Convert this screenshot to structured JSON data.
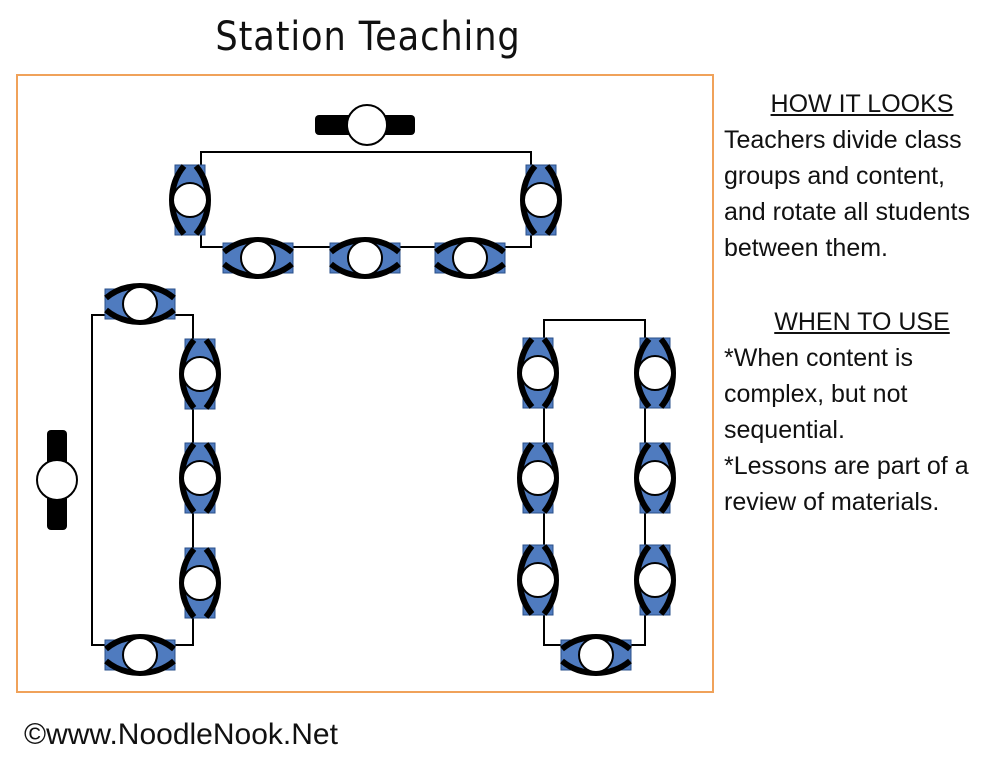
{
  "title": "Station Teaching",
  "how_it_looks": {
    "heading": "HOW IT LOOKS",
    "text": "Teachers divide class\ngroups and content,\nand rotate all students\nbetween them."
  },
  "when_to_use": {
    "heading": "WHEN TO USE",
    "items": [
      "*When content is\ncomplex, but not\nsequential.",
      "*Lessons are part of a\nreview of materials."
    ]
  },
  "footer": "©www.NoodleNook.Net",
  "colors": {
    "border": "#f0a25a",
    "seat": "#4f7bbf",
    "outline": "#000000"
  }
}
